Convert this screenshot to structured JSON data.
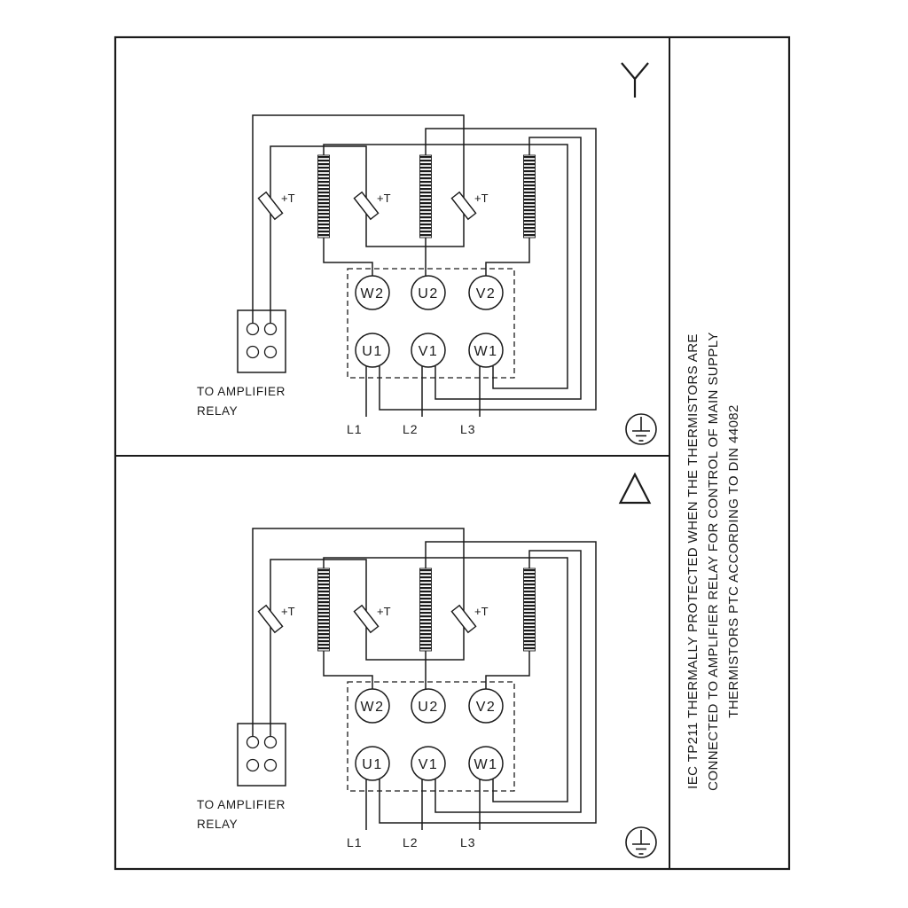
{
  "diagram": {
    "panels": [
      {
        "connection_symbol": "star",
        "terminals_top": [
          "W2",
          "U2",
          "V2"
        ],
        "terminals_bottom": [
          "U1",
          "V1",
          "W1"
        ],
        "thermistor_labels": [
          "+T",
          "+T",
          "+T"
        ],
        "relay_label": [
          "TO AMPLIFIER",
          "RELAY"
        ],
        "supply_labels": [
          "L1",
          "L2",
          "L3"
        ]
      },
      {
        "connection_symbol": "delta",
        "terminals_top": [
          "W2",
          "U2",
          "V2"
        ],
        "terminals_bottom": [
          "U1",
          "V1",
          "W1"
        ],
        "thermistor_labels": [
          "+T",
          "+T",
          "+T"
        ],
        "relay_label": [
          "TO AMPLIFIER",
          "RELAY"
        ],
        "supply_labels": [
          "L1",
          "L2",
          "L3"
        ]
      }
    ],
    "side_note_lines": [
      "IEC TP211 THERMALLY PROTECTED WHEN THE THERMISTORS ARE",
      "CONNECTED TO AMPLIFIER RELAY FOR CONTROL OF MAIN SUPPLY",
      "THERMISTORS PTC ACCORDING TO DIN 44082"
    ],
    "colors": {
      "line": "#1b1b1b",
      "background": "#ffffff"
    }
  }
}
